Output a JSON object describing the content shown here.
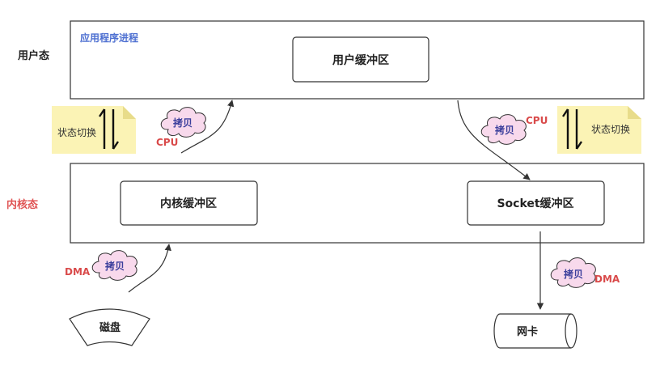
{
  "labels": {
    "user_mode": "用户态",
    "kernel_mode": "内核态",
    "app_process": "应用程序进程"
  },
  "buffers": {
    "user": "用户缓冲区",
    "kernel": "内核缓冲区",
    "socket": "Socket缓冲区"
  },
  "devices": {
    "disk": "磁盘",
    "nic": "网卡"
  },
  "copy_label": "拷贝",
  "engines": {
    "dma": "DMA",
    "cpu": "CPU"
  },
  "context_switch": "状态切换",
  "colors": {
    "kernel_text": "#e05555",
    "app_text": "#4d6fd1",
    "cpu_dma_text": "#d94a4a",
    "note_fill": "#fbf3b5",
    "note_fold": "#e8dc8a",
    "cloud_fill": "#f8d9ec",
    "cloud_text": "#3b3f9c",
    "line": "#333333"
  }
}
